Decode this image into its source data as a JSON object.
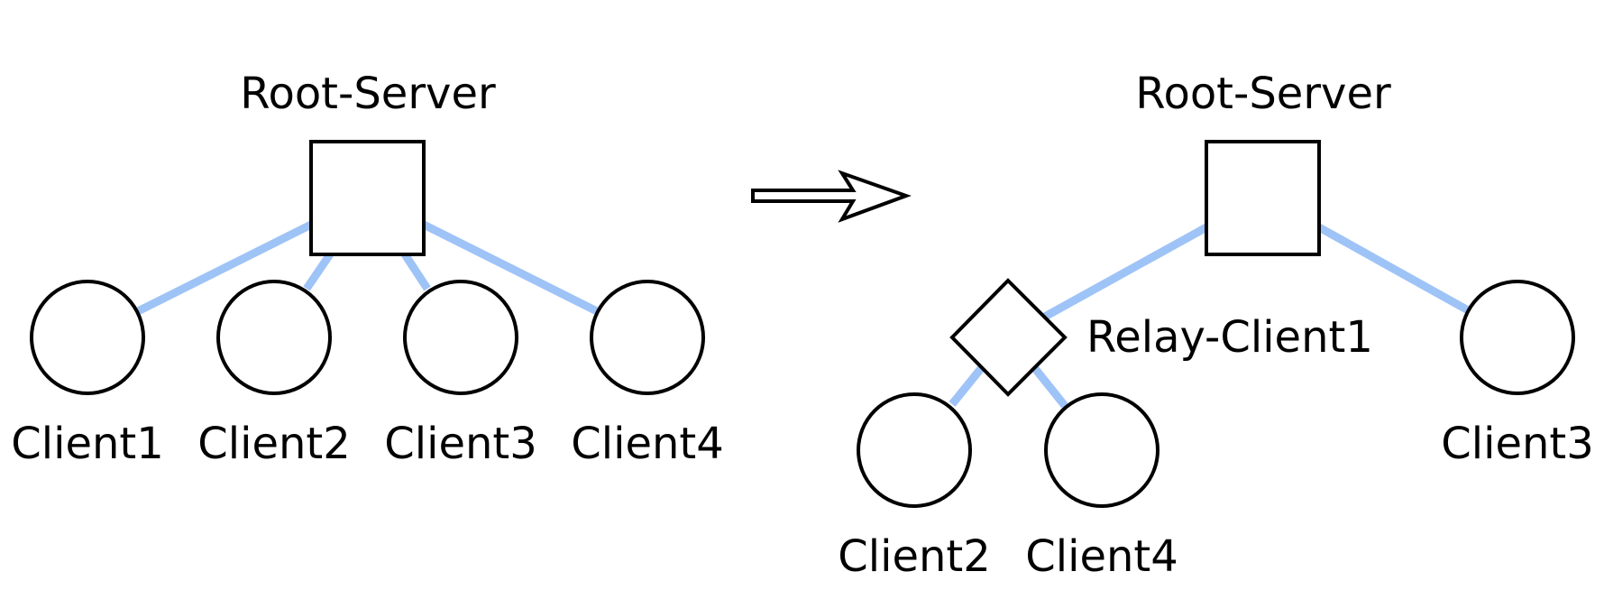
{
  "colors": {
    "edge": "#9ec3f7",
    "outline": "#000000",
    "background": "#ffffff"
  },
  "before": {
    "root_label": "Root-Server",
    "clients": [
      {
        "label": "Client1"
      },
      {
        "label": "Client2"
      },
      {
        "label": "Client3"
      },
      {
        "label": "Client4"
      }
    ]
  },
  "after": {
    "root_label": "Root-Server",
    "relay_label": "Relay-Client1",
    "relay_children": [
      {
        "label": "Client2"
      },
      {
        "label": "Client4"
      }
    ],
    "direct_client": {
      "label": "Client3"
    }
  },
  "transition_arrow": "right-arrow-icon"
}
